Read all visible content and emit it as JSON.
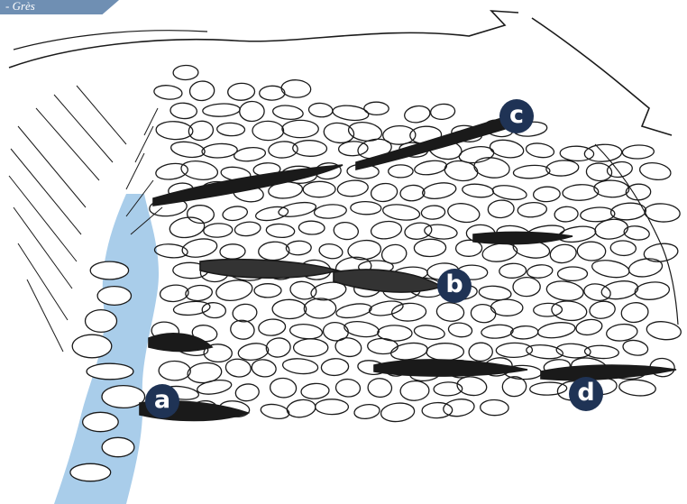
{
  "header": {
    "tag_label": "- Grès"
  },
  "markers": [
    {
      "id": "a",
      "label": "a"
    },
    {
      "id": "b",
      "label": "b"
    },
    {
      "id": "c",
      "label": "c"
    },
    {
      "id": "d",
      "label": "d"
    }
  ],
  "colors": {
    "ink": "#1a1a1a",
    "water": "#a9cdea",
    "marker_fill": "#1f3355",
    "tag_fill": "#6f8fb3"
  }
}
